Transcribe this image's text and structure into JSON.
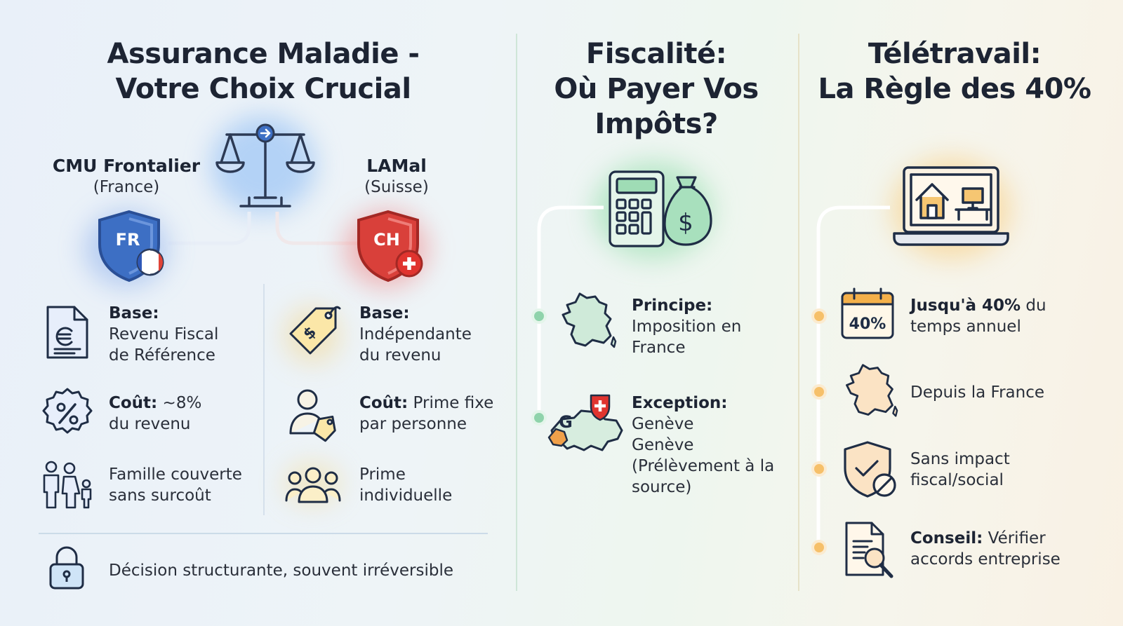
{
  "health": {
    "title_line1": "Assurance Maladie -",
    "title_line2": "Votre Choix Crucial",
    "fr": {
      "name": "CMU Frontalier",
      "country": "(France)",
      "badge": "FR"
    },
    "ch": {
      "name": "LAMal",
      "country": "(Suisse)",
      "badge": "CH"
    },
    "fr_items": [
      {
        "label": "Base:",
        "text1": "Revenu Fiscal",
        "text2": "de Référence",
        "icon": "euro-document-icon"
      },
      {
        "label": "Coût:",
        "text1": " ~8%",
        "text2": "du revenu",
        "icon": "percent-badge-icon"
      },
      {
        "label": "",
        "text1": "Famille couverte",
        "text2": "sans surcoût",
        "icon": "family-icon"
      }
    ],
    "ch_items": [
      {
        "label": "Base:",
        "text1": "Indépendante",
        "text2": "du revenu",
        "icon": "price-tag-icon"
      },
      {
        "label": "Coût:",
        "text1": " Prime fixe",
        "text2": "par personne",
        "icon": "person-tag-icon"
      },
      {
        "label": "",
        "text1": "Prime",
        "text2": "individuelle",
        "icon": "group-icon"
      }
    ],
    "footer": "Décision structurante, souvent irréversible"
  },
  "tax": {
    "title_line1": "Fiscalité:",
    "title_line2": "Où Payer Vos",
    "title_line3": "Impôts?",
    "principle_label": "Principe:",
    "principle_line1": "Imposition en",
    "principle_line2": "France",
    "exception_label": "Exception:",
    "exception_line1": "Genève",
    "exception_line2": "Genève",
    "exception_line3": "(Prélèvement à la",
    "exception_line4": "source)",
    "map_letter": "G"
  },
  "remote": {
    "title_line1": "Télétravail:",
    "title_line2": "La Règle des 40%",
    "calendar_value": "40%",
    "item1_bold": "Jusqu'à 40%",
    "item1_rest": " du",
    "item1_line2": "temps annuel",
    "item2": "Depuis la France",
    "item3_line1": "Sans impact",
    "item3_line2": "fiscal/social",
    "item4_bold": "Conseil:",
    "item4_rest": " Vérifier",
    "item4_line2": "accords entreprise"
  },
  "colors": {
    "blue": "#3d6fc4",
    "red": "#d9403a",
    "green": "#6cc49a",
    "orange": "#f1b24a",
    "ink": "#1d2433"
  }
}
